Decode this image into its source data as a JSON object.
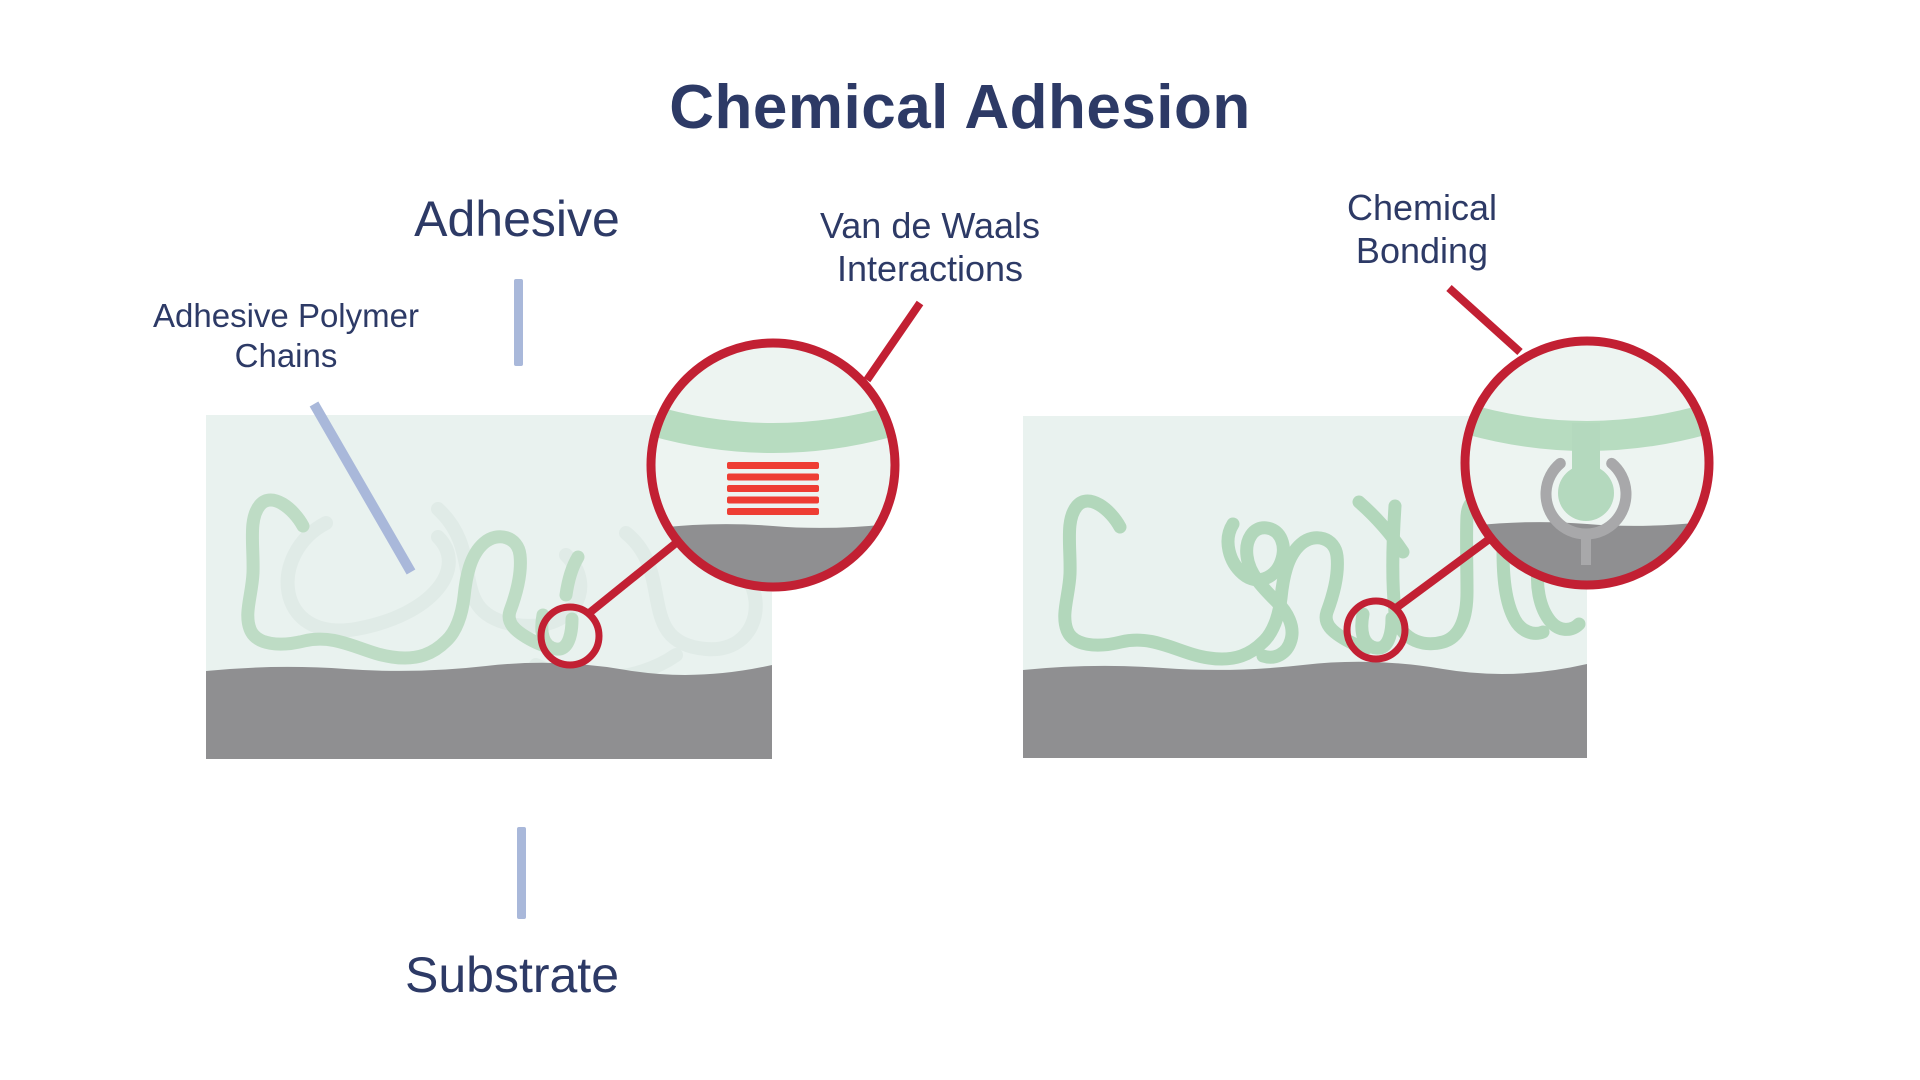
{
  "title": "Chemical Adhesion",
  "labels": {
    "adhesive": "Adhesive",
    "adhesive_polymer_chains": {
      "lines": [
        "Adhesive Polymer",
        "Chains"
      ]
    },
    "van_der_waals": {
      "lines": [
        "Van de Waals",
        "Interactions"
      ]
    },
    "chemical_bonding": {
      "lines": [
        "Chemical",
        "Bonding"
      ]
    },
    "substrate": "Substrate"
  },
  "panels": {
    "left": "adhesive-layer-with-van-der-waals-interactions",
    "right": "adhesive-layer-with-chemical-bonding"
  },
  "colors": {
    "navy_text": "#2d3a66",
    "red_accent": "#c22033",
    "stripe_orange_red": "#ee3d33",
    "panel_mint": "#e9f2ef",
    "magnifier_mint": "#edf4f1",
    "chain_green": "#b2d7bb",
    "chain_green_light": "#bedcc5",
    "ghost_chain": "#e1ece8",
    "band_green": "#b7dcc0",
    "substrate_gray": "#8f8f91",
    "claw_gray": "#a8a8aa",
    "pointer_periwinkle": "#a9b8da",
    "background": "#ffffff"
  }
}
